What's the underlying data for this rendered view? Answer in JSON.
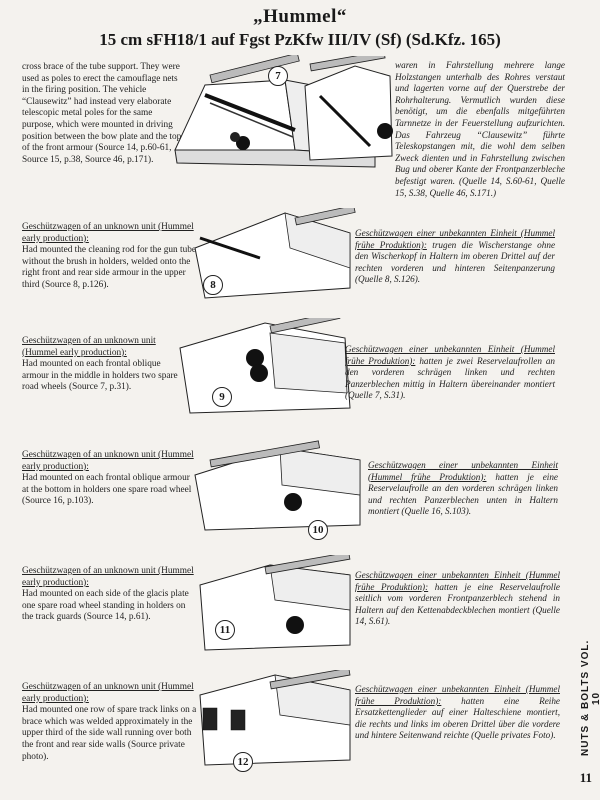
{
  "header": {
    "title": "„Hummel“",
    "subtitle": "15 cm sFH18/1 auf Fgst PzKfw III/IV (Sf) (Sd.Kfz. 165)"
  },
  "sections": [
    {
      "number": "7",
      "caption_en": "",
      "text_en": "cross brace of the tube support. They were used as poles to erect the camouflage nets in the firing position. The vehicle “Clausewitz” had instead very elaborate telescopic metal poles for the same purpose, which were mounted in driving position between the bow plate and the top of the front armour (Source 14, p.60-61, Source 15, p.38, Source 46, p.171).",
      "caption_de": "",
      "text_de": "waren in Fahrstellung mehrere lange Holzstangen unterhalb des Rohres verstaut und lagerten vorne auf der Querstrebe der Rohrhalterung. Vermutlich wurden diese benötigt, um die ebenfalls mitgeführten Tarnnetze in der Feuerstellung aufzurichten. Das Fahrzeug “Clausewitz” führte Teleskopstangen mit, die wohl dem selben Zweck dienten und in Fahrstellung zwischen Bug und oberer Kante der Frontpanzerbleche befestigt waren. (Quelle 14, S.60-61, Quelle 15, S.38, Quelle 46, S.171.)"
    },
    {
      "number": "8",
      "caption_en": "Geschützwagen of an unknown unit (Hummel early production):",
      "text_en": "Had mounted the cleaning rod for the gun tube without the brush in holders, welded onto the right front and rear side armour in the upper third (Source 8, p.126).",
      "caption_de": "Geschützwagen einer unbekannten Einheit (Hummel frühe Produktion):",
      "text_de": "trugen die Wischerstange ohne den Wischerkopf in Haltern im oberen Drittel auf der rechten vorderen und hinteren Seitenpanzerung (Quelle 8, S.126)."
    },
    {
      "number": "9",
      "caption_en": "Geschützwagen of an unknown unit (Hummel early production):",
      "text_en": "Had mounted on each frontal oblique armour in the middle in holders two spare road wheels (Source 7, p.31).",
      "caption_de": "Geschützwagen einer unbekannten Einheit (Hummel frühe Produktion):",
      "text_de": "hatten je zwei Reservelaufrollen an den vorderen schrägen linken und rechten Panzerblechen mittig in Haltern übereinander montiert (Quelle 7, S.31)."
    },
    {
      "number": "10",
      "caption_en": "Geschützwagen of an unknown unit (Hummel early production):",
      "text_en": "Had mounted on each frontal oblique armour at the bottom in holders one spare road wheel (Source 16, p.103).",
      "caption_de": "Geschützwagen einer unbekannten Einheit (Hummel frühe Produktion):",
      "text_de": "hatten je eine Reservelaufrolle an den vorderen schrägen linken und rechten Panzerblechen unten in Haltern montiert (Quelle 16, S.103)."
    },
    {
      "number": "11",
      "caption_en": "Geschützwagen of an unknown unit (Hummel early production):",
      "text_en": "Had mounted on each side of the glacis plate one spare road wheel standing in holders on the track guards (Source 14, p.61).",
      "caption_de": "Geschützwagen einer unbekannten Einheit (Hummel frühe Produktion):",
      "text_de": "hatten je eine Reservelaufrolle seitlich vom vorderen Frontpanzerblech stehend in Haltern auf den Kettenabdeckblechen montiert (Quelle 14, S.61)."
    },
    {
      "number": "12",
      "caption_en": "Geschützwagen of an unknown unit (Hummel early production):",
      "text_en": "Had mounted one row of spare track links on a brace which was welded approximately in the upper third of the side wall running over both the front and rear side walls (Source private photo).",
      "caption_de": "Geschützwagen einer unbekannten Einheit (Hummel frühe Produktion):",
      "text_de": "hatten eine Reihe Ersatzkettenglieder auf einer Halteschiene montiert, die rechts und links im oberen Drittel über die vordere und hintere Seitenwand reichte (Quelle privates Foto)."
    }
  ],
  "sidebar_text": "NUTS & BOLTS VOL. 10",
  "page_number": "11"
}
